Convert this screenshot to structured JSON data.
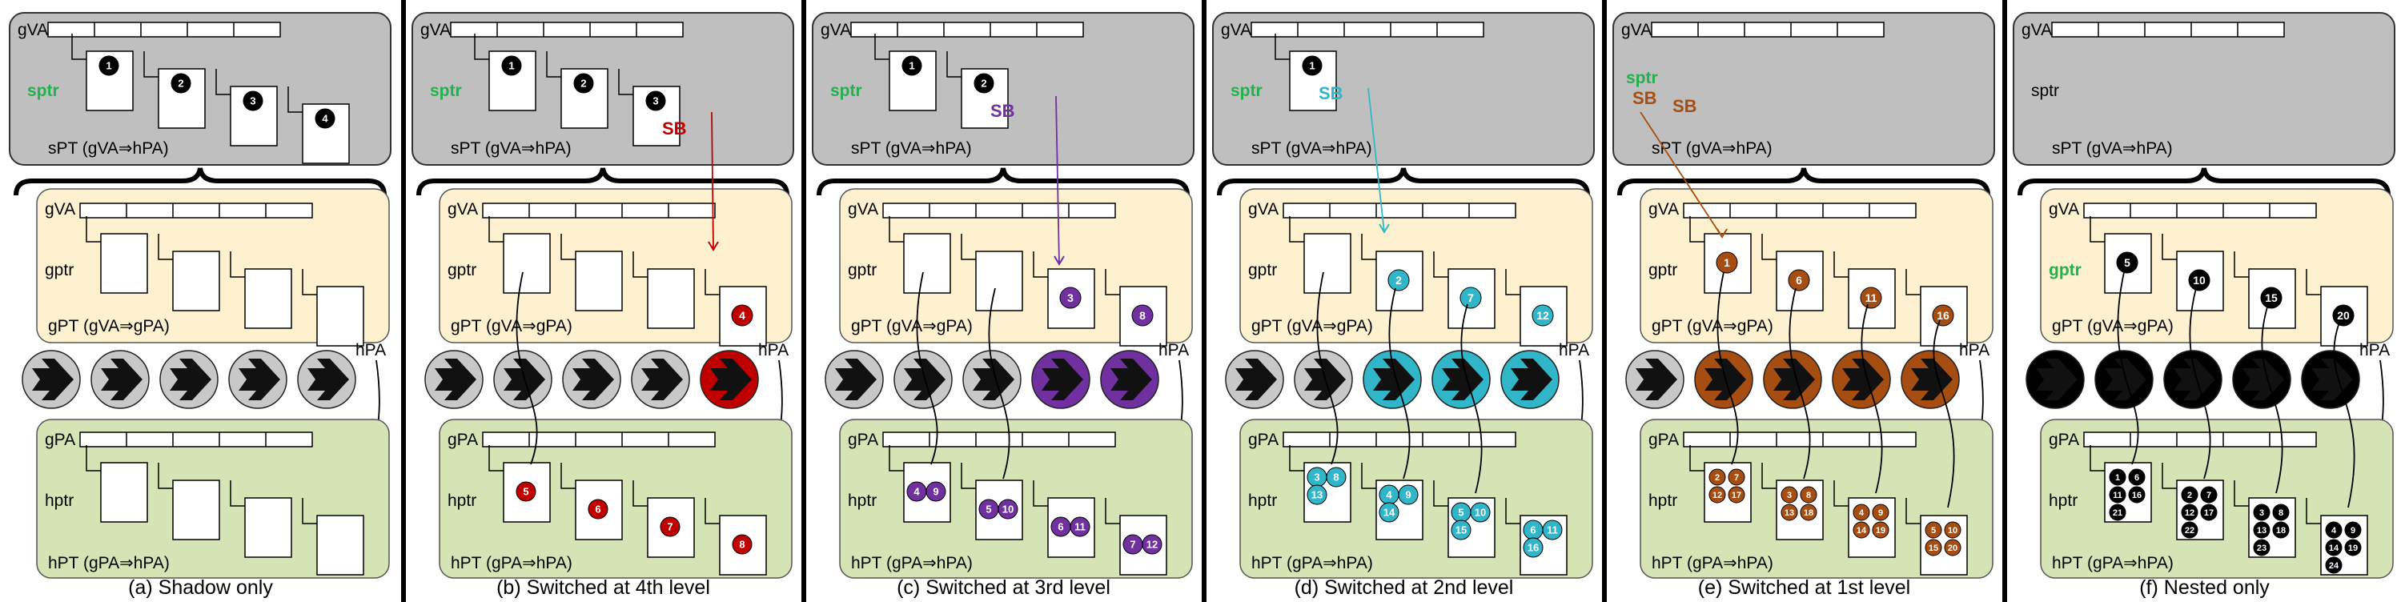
{
  "labels": {
    "gva": "gVA",
    "gpa": "gPA",
    "hpa": "hPA",
    "sptr": "sptr",
    "gptr": "gptr",
    "hptr": "hptr",
    "sb": "SB",
    "spt": "sPT (gVA⇒hPA)",
    "gpt": "gPT (gVA⇒gPA)",
    "hpt": "hPT (gPA⇒hPA)"
  },
  "colors": {
    "spt_bg": "#bfbfbf",
    "gpt_bg": "#fdf1d0",
    "hpt_bg": "#d5e3b5",
    "gray_circle": "#c8c8c8",
    "page_black": "#000000",
    "red": "#c00000",
    "purple": "#7030a0",
    "teal": "#31b6c9",
    "brown": "#a64d12",
    "green_text": "#22b14c"
  },
  "icons": [
    "switch-arrow-icon"
  ],
  "panels": [
    {
      "caption": "(a) Shadow only",
      "accent": "gray",
      "sb_label": "",
      "switched_circles": 0,
      "spt_pages": [
        "1",
        "2",
        "3",
        "4"
      ],
      "gpt_pages": [
        [],
        [],
        [],
        []
      ],
      "hpt_pages": [
        [],
        [],
        [],
        []
      ]
    },
    {
      "caption": "(b) Switched at 4th level",
      "accent": "red",
      "sb_label": "SB",
      "switched_circles": 1,
      "spt_pages": [
        "1",
        "2",
        "3"
      ],
      "gpt_pages": [
        [],
        [],
        [],
        [
          "4"
        ]
      ],
      "hpt_pages": [
        [
          "5"
        ],
        [
          "6"
        ],
        [
          "7"
        ],
        [
          "8"
        ]
      ]
    },
    {
      "caption": "(c) Switched at 3rd level",
      "accent": "purple",
      "sb_label": "SB",
      "switched_circles": 2,
      "spt_pages": [
        "1",
        "2"
      ],
      "gpt_pages": [
        [],
        [],
        [
          "3"
        ],
        [
          "8"
        ]
      ],
      "hpt_pages": [
        [
          "4",
          "9"
        ],
        [
          "5",
          "10"
        ],
        [
          "6",
          "11"
        ],
        [
          "7",
          "12"
        ]
      ]
    },
    {
      "caption": "(d) Switched at 2nd level",
      "accent": "teal",
      "sb_label": "SB",
      "switched_circles": 3,
      "spt_pages": [
        "1"
      ],
      "gpt_pages": [
        [],
        [
          "2"
        ],
        [
          "7"
        ],
        [
          "12"
        ]
      ],
      "hpt_pages": [
        [
          "3",
          "8",
          "13"
        ],
        [
          "4",
          "9",
          "14"
        ],
        [
          "5",
          "10",
          "15"
        ],
        [
          "6",
          "11",
          "16"
        ]
      ]
    },
    {
      "caption": "(e) Switched at 1st level",
      "accent": "brown",
      "sb_label": "SB",
      "switched_circles": 4,
      "spt_pages": [],
      "gpt_pages": [
        [
          "1"
        ],
        [
          "6"
        ],
        [
          "11"
        ],
        [
          "16"
        ]
      ],
      "hpt_pages": [
        [
          "2",
          "7",
          "12",
          "17"
        ],
        [
          "3",
          "8",
          "13",
          "18"
        ],
        [
          "4",
          "9",
          "14",
          "19"
        ],
        [
          "5",
          "10",
          "15",
          "20"
        ]
      ]
    },
    {
      "caption": "(f) Nested only",
      "accent": "black",
      "sb_label": "",
      "switched_circles": 5,
      "spt_pages": [],
      "gpt_pages": [
        [
          "5"
        ],
        [
          "10"
        ],
        [
          "15"
        ],
        [
          "20"
        ]
      ],
      "hpt_pages": [
        [
          "1",
          "6",
          "11",
          "16",
          "21"
        ],
        [
          "2",
          "7",
          "12",
          "17",
          "22"
        ],
        [
          "3",
          "8",
          "13",
          "18",
          "23"
        ],
        [
          "4",
          "9",
          "14",
          "19",
          "24"
        ]
      ]
    }
  ]
}
